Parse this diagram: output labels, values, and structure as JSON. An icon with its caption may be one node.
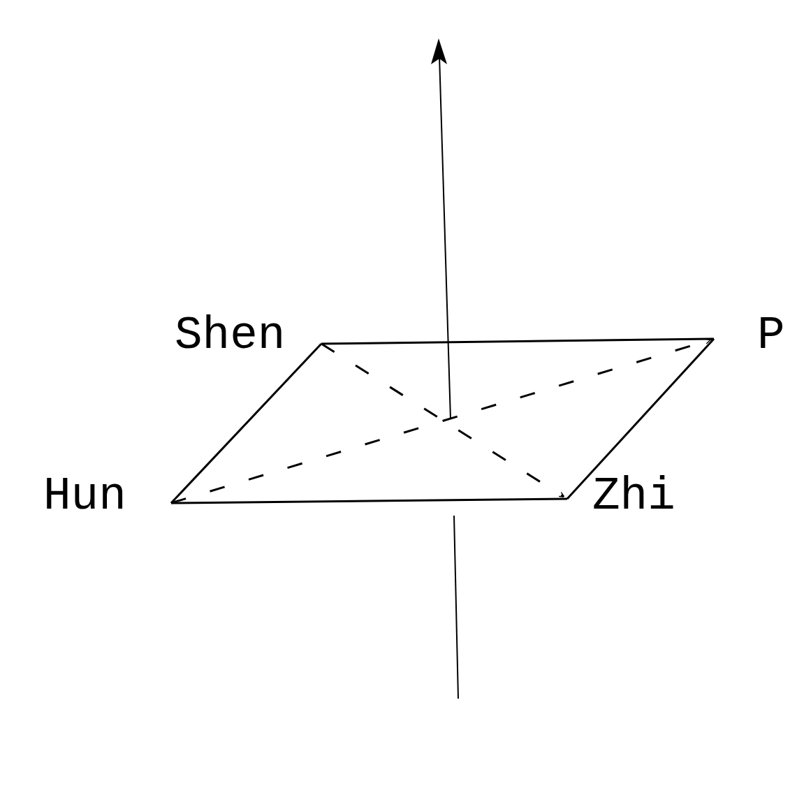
{
  "diagram": {
    "nodes": [
      {
        "text": [
          "Shen"
        ]
      },
      {
        "text": [
          "P"
        ]
      },
      {
        "text": [
          "Hun"
        ]
      },
      {
        "text": [
          "Zhi"
        ]
      }
    ],
    "edges": [
      {
        "from": 2,
        "to": 0,
        "arrow": "none"
      },
      {
        "from": 0,
        "to": 1,
        "arrow": "none"
      },
      {
        "from": 1,
        "to": 3,
        "arrow": "none"
      },
      {
        "from": 3,
        "to": 2,
        "arrow": "none"
      },
      {
        "from": 2,
        "to": 1,
        "arrow": "to",
        "style": "dashed"
      },
      {
        "from": 0,
        "to": 3,
        "arrow": "to",
        "style": "dashed"
      }
    ]
  }
}
